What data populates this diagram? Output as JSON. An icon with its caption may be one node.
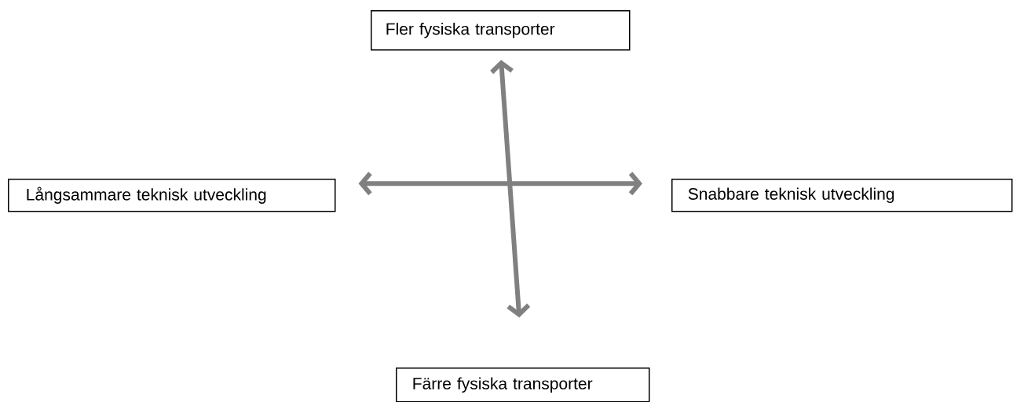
{
  "diagram": {
    "nodes": [
      {
        "text": [
          "Fler fysiska transporter"
        ]
      },
      {
        "text": [
          "Långsammare teknisk utveckling"
        ]
      },
      {
        "text": [
          "Snabbare teknisk utveckling"
        ]
      },
      {
        "text": [
          "Färre fysiska transporter"
        ]
      }
    ],
    "edges": [
      {
        "from": 3,
        "to": 0,
        "arrow": "both"
      },
      {
        "from": 1,
        "to": 2,
        "arrow": "both"
      }
    ]
  }
}
